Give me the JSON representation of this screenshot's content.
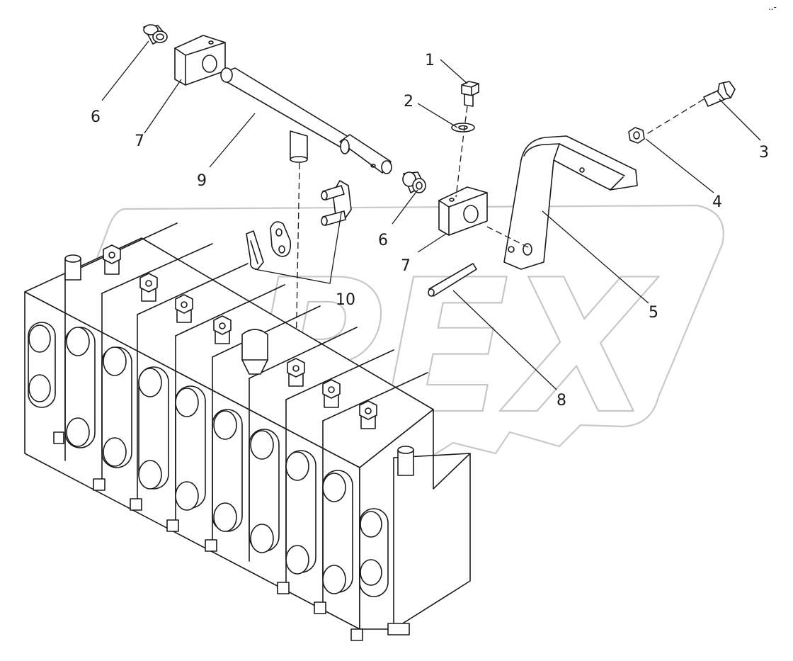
{
  "watermark": {
    "text": "OPEX",
    "color": "#c7c7c7"
  },
  "corner_mark": "..-",
  "callouts": [
    {
      "id": "c1",
      "label": "1"
    },
    {
      "id": "c2",
      "label": "2"
    },
    {
      "id": "c3",
      "label": "3"
    },
    {
      "id": "c4",
      "label": "4"
    },
    {
      "id": "c5",
      "label": "5"
    },
    {
      "id": "c6a",
      "label": "6"
    },
    {
      "id": "c6b",
      "label": "6"
    },
    {
      "id": "c7a",
      "label": "7"
    },
    {
      "id": "c7b",
      "label": "7"
    },
    {
      "id": "c8",
      "label": "8"
    },
    {
      "id": "c9",
      "label": "9"
    },
    {
      "id": "c10",
      "label": "10"
    }
  ]
}
